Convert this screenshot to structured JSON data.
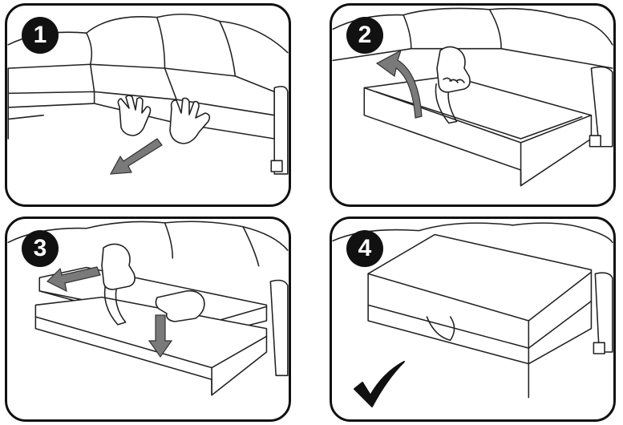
{
  "steps": [
    {
      "number": "1",
      "icons": [
        "hand-icon",
        "hand-icon",
        "arrow-icon"
      ]
    },
    {
      "number": "2",
      "icons": [
        "hand-icon",
        "curved-arrow-icon"
      ]
    },
    {
      "number": "3",
      "icons": [
        "hand-icon",
        "hand-icon",
        "arrow-icon",
        "arrow-icon"
      ]
    },
    {
      "number": "4",
      "icons": [
        "checkmark-icon"
      ]
    }
  ],
  "colors": {
    "line": "#222222",
    "arrow_fill": "#7a7a7a",
    "badge": "#111111"
  }
}
